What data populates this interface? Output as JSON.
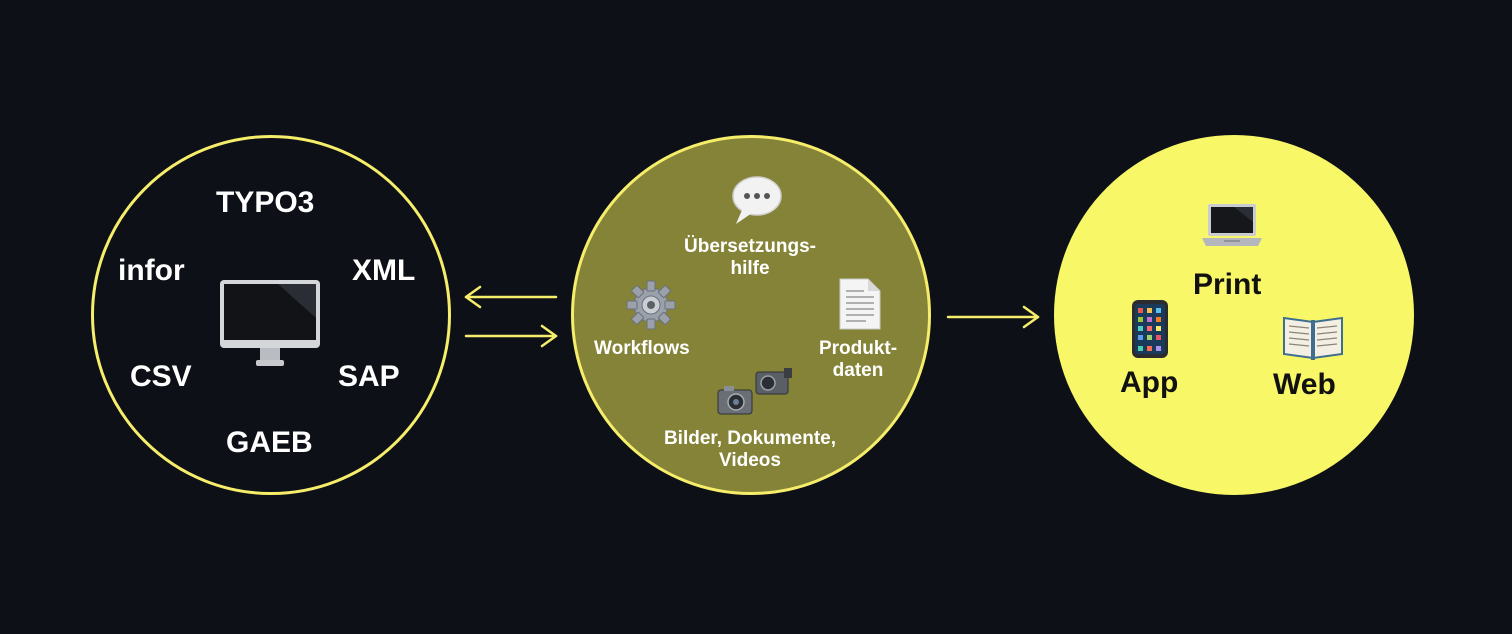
{
  "sources": {
    "labels": {
      "typo3": "TYPO3",
      "infor": "infor",
      "xml": "XML",
      "csv": "CSV",
      "sap": "SAP",
      "gaeb": "GAEB"
    }
  },
  "hub": {
    "translation": [
      "Übersetzungs-",
      "hilfe"
    ],
    "workflows": "Workflows",
    "product": [
      "Produkt-",
      "daten"
    ],
    "media": [
      "Bilder, Dokumente,",
      "Videos"
    ]
  },
  "outputs": {
    "print": "Print",
    "app": "App",
    "web": "Web"
  },
  "colors": {
    "background": "#0d1017",
    "accent": "#f6ee6a",
    "hub_fill": "#858338",
    "output_fill": "#f8f768"
  },
  "icons": [
    "desktop-monitor-icon",
    "speech-bubble-icon",
    "gear-icon",
    "document-icon",
    "camera-icon",
    "laptop-icon",
    "smartphone-icon",
    "book-icon"
  ]
}
